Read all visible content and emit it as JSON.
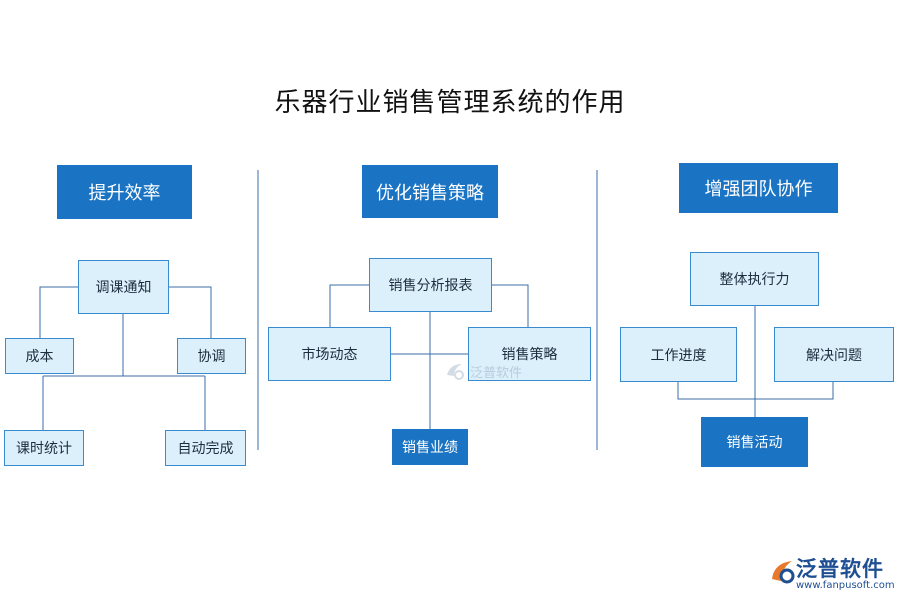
{
  "title": "乐器行业销售管理系统的作用",
  "columns": [
    {
      "header": "提升效率",
      "nodes": [
        "调课通知",
        "成本",
        "协调",
        "课时统计",
        "自动完成"
      ]
    },
    {
      "header": "优化销售策略",
      "nodes": [
        "销售分析报表",
        "市场动态",
        "销售策略",
        "销售业绩"
      ]
    },
    {
      "header": "增强团队协作",
      "nodes": [
        "整体执行力",
        "工作进度",
        "解决问题",
        "销售活动"
      ]
    }
  ],
  "watermark": {
    "name": "泛普软件"
  },
  "logo": {
    "name": "泛普软件",
    "url": "www.fanpusoft.com"
  },
  "colors": {
    "header": "#1a74c3",
    "node_fill": "#dcf0fb",
    "node_border": "#3a8ad0",
    "line": "#3a6ea8"
  }
}
